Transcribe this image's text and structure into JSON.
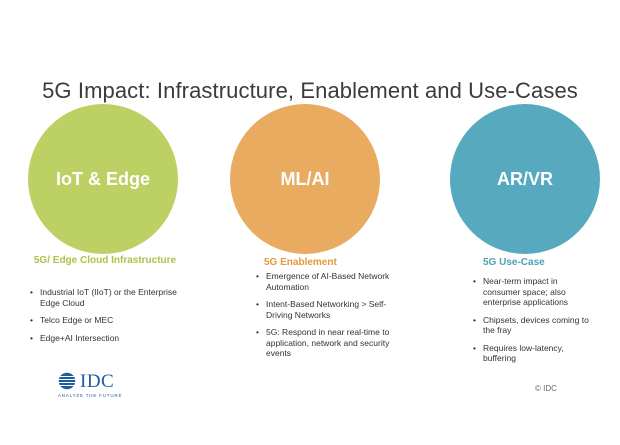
{
  "title": "5G Impact: Infrastructure, Enablement and Use-Cases",
  "columns": [
    {
      "circle_label": "IoT & Edge",
      "color": "#bdd064",
      "heading": "5G/ Edge Cloud Infrastructure",
      "bullets": [
        "Industrial IoT (IIoT) or the Enterprise Edge Cloud",
        "Telco Edge or MEC",
        "Edge+AI Intersection"
      ]
    },
    {
      "circle_label": "ML/AI",
      "color": "#e9ab60",
      "heading": "5G Enablement",
      "bullets": [
        "Emergence of AI-Based Network Automation",
        "Intent-Based Networking > Self-Driving Networks",
        "5G: Respond in near real-time to application, network and security events"
      ]
    },
    {
      "circle_label": "AR/VR",
      "color": "#56a9bf",
      "heading": "5G Use-Case",
      "bullets": [
        "Near-term impact in consumer space; also enterprise applications",
        "Chipsets, devices coming to the fray",
        "Requires low-latency, buffering"
      ]
    }
  ],
  "logo": {
    "name": "IDC",
    "tagline": "ANALYZE THE FUTURE"
  },
  "copyright": "© IDC"
}
